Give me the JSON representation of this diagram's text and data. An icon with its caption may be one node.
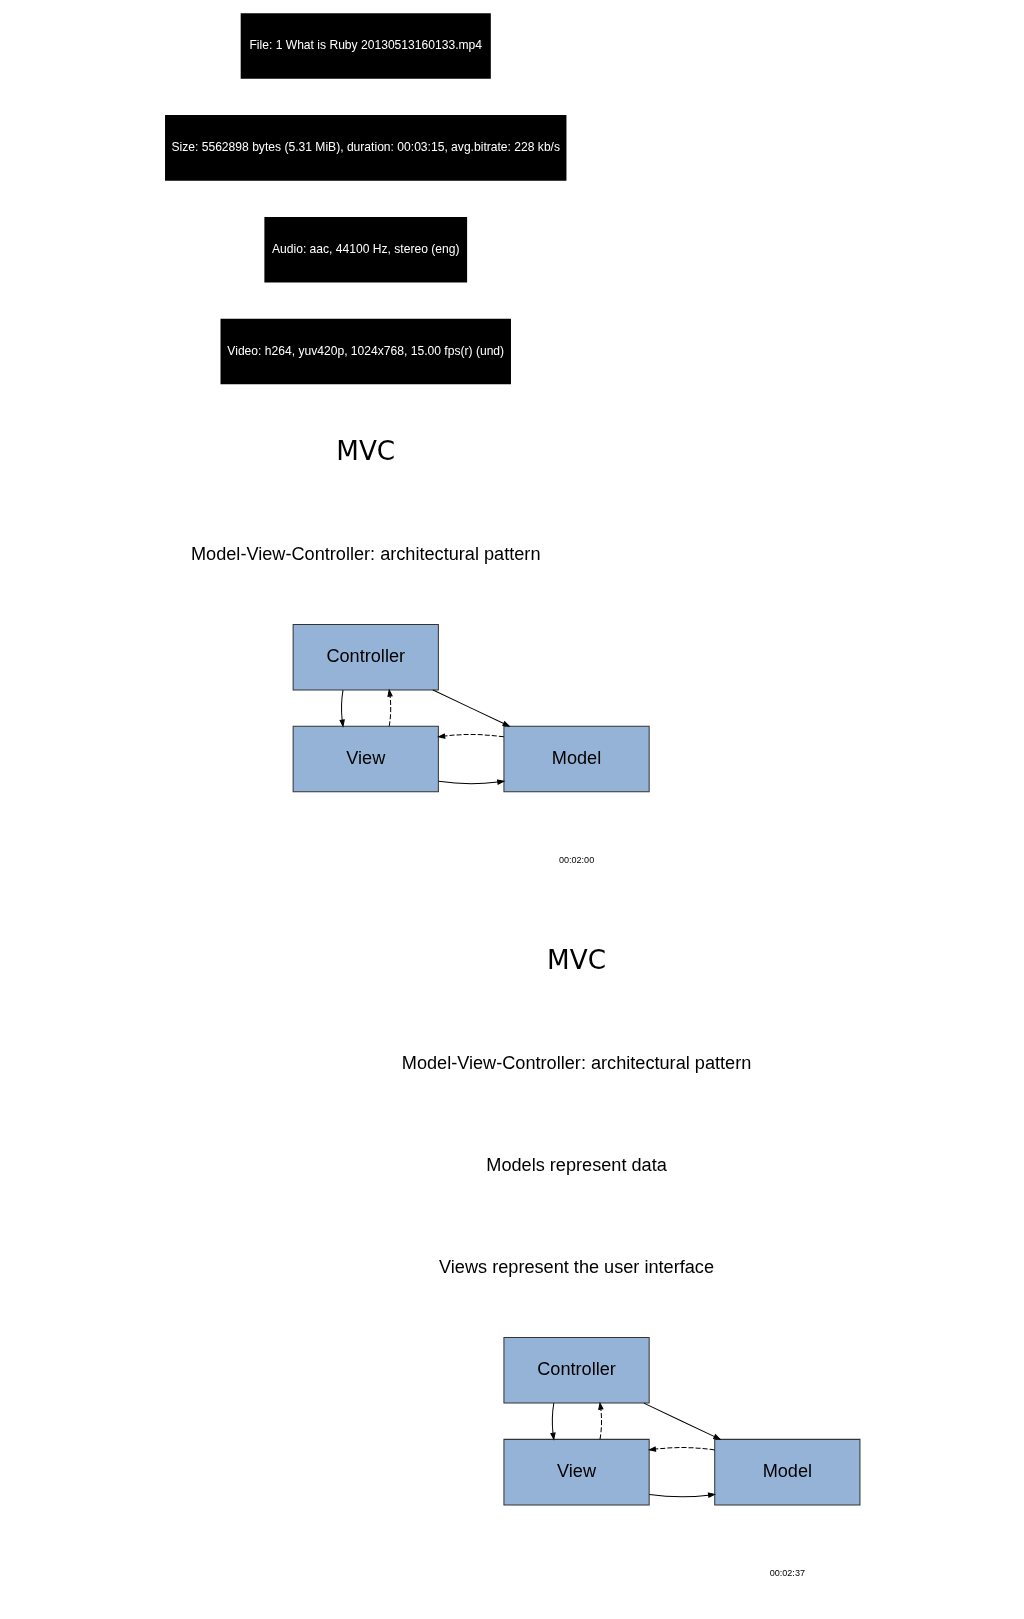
{
  "diagram": {
    "nodes": [
      {
        "text": [
          "Controller"
        ]
      },
      {
        "text": [
          "View"
        ]
      },
      {
        "text": [
          "Model"
        ]
      },
      {
        "text": [
          "Controller"
        ]
      },
      {
        "text": [
          "View"
        ]
      },
      {
        "text": [
          "Model"
        ]
      }
    ],
    "edges": [
      {
        "from": 0,
        "to": 1,
        "arrow": "to"
      },
      {
        "from": 1,
        "to": 0,
        "arrow": "to",
        "style": "dashed"
      },
      {
        "from": 0,
        "to": 2,
        "arrow": "to"
      },
      {
        "from": 1,
        "to": 2,
        "arrow": "to"
      },
      {
        "from": 2,
        "to": 1,
        "arrow": "to",
        "style": "dashed"
      },
      {
        "from": 3,
        "to": 4,
        "arrow": "to"
      },
      {
        "from": 4,
        "to": 3,
        "arrow": "to",
        "style": "dashed"
      },
      {
        "from": 3,
        "to": 5,
        "arrow": "to"
      },
      {
        "from": 4,
        "to": 5,
        "arrow": "to"
      },
      {
        "from": 5,
        "to": 4,
        "arrow": "to",
        "style": "dashed"
      }
    ],
    "labels": [
      "File: 1 What is Ruby 20130513160133.mp4",
      "Size: 5562898 bytes (5.31 MiB), duration: 00:03:15, avg.bitrate: 228 kb/s",
      "Audio: aac, 44100 Hz, stereo (eng)",
      "Video: h264, yuv420p, 1024x768, 15.00 fps(r) (und)",
      "MVC",
      "Model-View-Controller: architectural pattern",
      "00:02:00",
      "MVC",
      "Model-View-Controller: architectural pattern",
      "Models represent data",
      "Views represent the user interface",
      "00:02:37"
    ]
  }
}
